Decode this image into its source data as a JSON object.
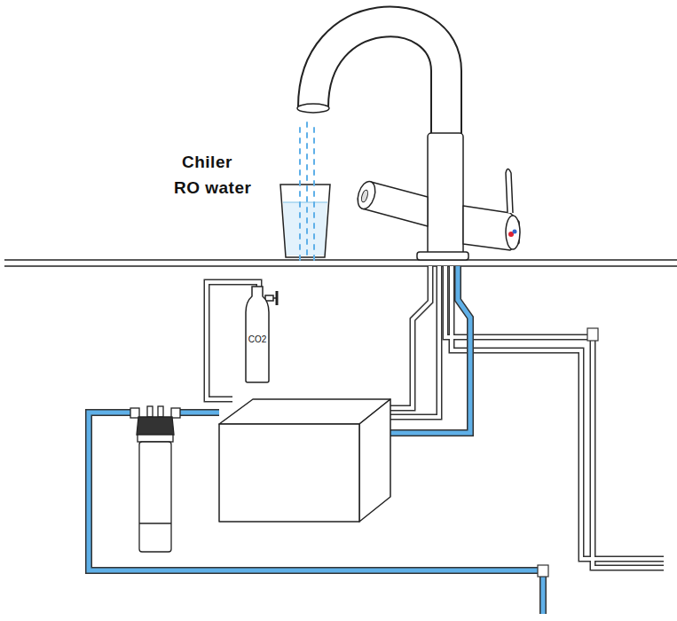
{
  "diagram": {
    "nodes": [
      {
        "text": [
          "CO2"
        ]
      }
    ],
    "edges": [],
    "labels": [
      "Chiler",
      "RO water"
    ]
  }
}
